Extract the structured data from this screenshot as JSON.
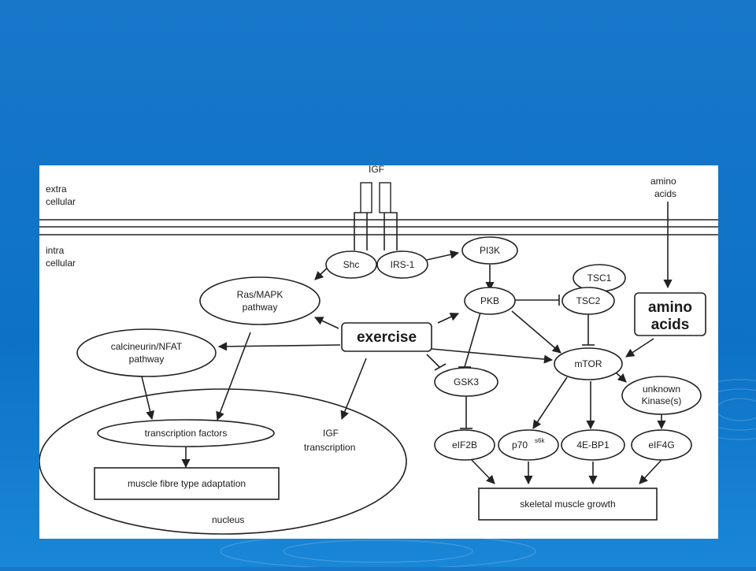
{
  "diagram": {
    "regions": {
      "extra_cellular": [
        "extra",
        "cellular"
      ],
      "intra_cellular": [
        "intra",
        "cellular"
      ],
      "nucleus": "nucleus"
    },
    "receptor": {
      "label": "IGF"
    },
    "amino_acids_outside": [
      "amino",
      "acids"
    ],
    "nodes": {
      "shc": "Shc",
      "irs1": "IRS-1",
      "pi3k": "PI3K",
      "pkb": "PKB",
      "tsc1": "TSC1",
      "tsc2": "TSC2",
      "amino_acids_box": [
        "amino",
        "acids"
      ],
      "ras_mapk": [
        "Ras/MAPK",
        "pathway"
      ],
      "exercise": "exercise",
      "calcineurin": [
        "calcineurin/NFAT",
        "pathway"
      ],
      "mtor": "mTOR",
      "gsk3": "GSK3",
      "unknown_kinase": [
        "unknown",
        "Kinase(s)"
      ],
      "transcription_factors": "transcription factors",
      "igf_transcription": [
        "IGF",
        "transcription"
      ],
      "eif2b": "eIF2B",
      "p70": "p70",
      "p70_sup": "s6k",
      "ebp1": "4E-BP1",
      "eif4g": "eIF4G",
      "muscle_fibre": "muscle fibre type adaptation",
      "skeletal_growth": "skeletal muscle growth"
    }
  }
}
